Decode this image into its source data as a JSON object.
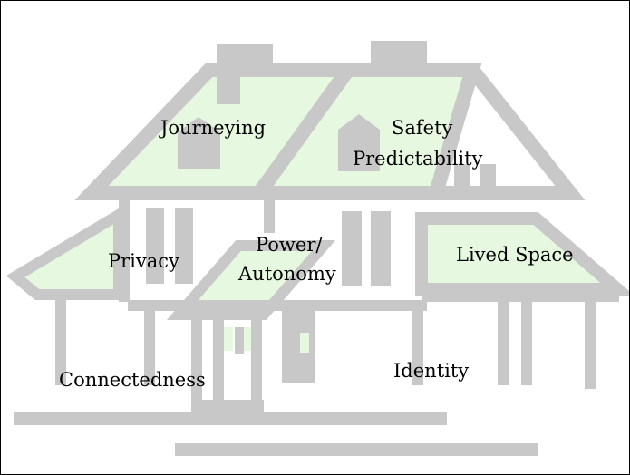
{
  "diagram": {
    "concepts": [
      {
        "id": "journeying",
        "label": "Journeying"
      },
      {
        "id": "safety",
        "label": "Safety"
      },
      {
        "id": "predictability",
        "label": "Predictability"
      },
      {
        "id": "privacy",
        "label": "Privacy"
      },
      {
        "id": "power",
        "label": "Power/"
      },
      {
        "id": "autonomy",
        "label": "Autonomy"
      },
      {
        "id": "lived_space",
        "label": "Lived Space"
      },
      {
        "id": "connectedness",
        "label": "Connectedness"
      },
      {
        "id": "identity",
        "label": "Identity"
      }
    ],
    "colors": {
      "outline": "#c8c8c8",
      "fill": "#e6f8e0",
      "text": "#000000"
    }
  }
}
